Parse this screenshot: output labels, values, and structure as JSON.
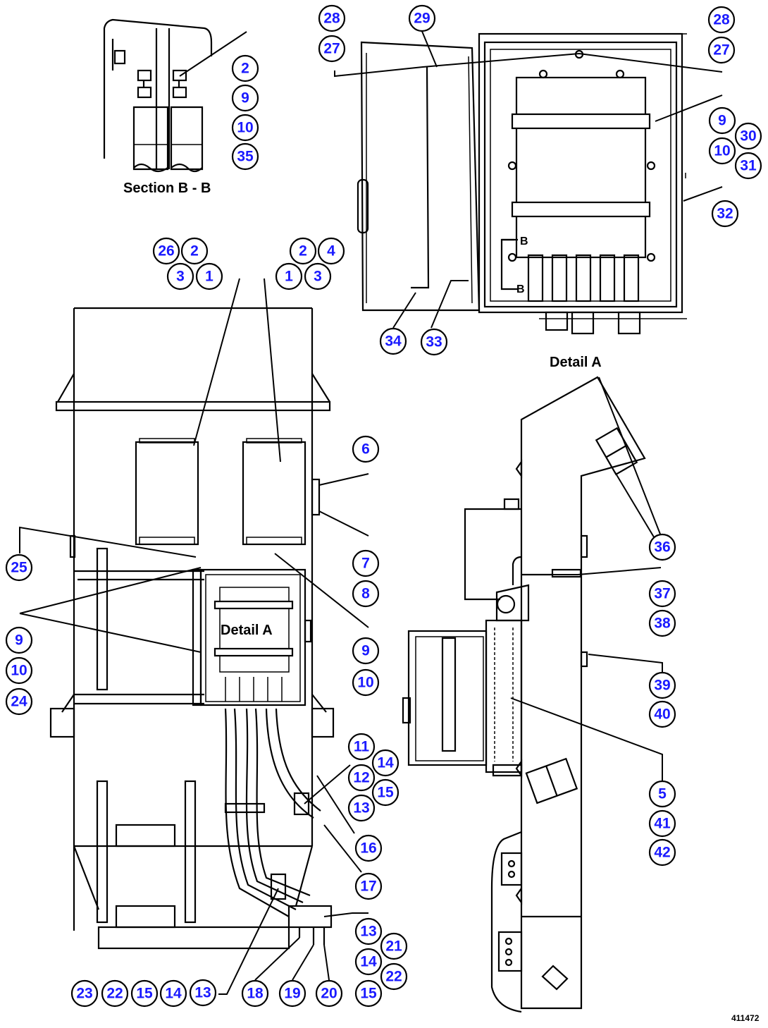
{
  "labels": {
    "section_bb": "Section B - B",
    "detail_a": "Detail A",
    "detail_a_inset": "Detail A",
    "section_marker_b1": "B",
    "section_marker_b2": "B",
    "drawing_number": "411472"
  },
  "callouts": [
    {
      "n": "2"
    },
    {
      "n": "9"
    },
    {
      "n": "10"
    },
    {
      "n": "35"
    },
    {
      "n": "28"
    },
    {
      "n": "27"
    },
    {
      "n": "29"
    },
    {
      "n": "28"
    },
    {
      "n": "27"
    },
    {
      "n": "9"
    },
    {
      "n": "30"
    },
    {
      "n": "10"
    },
    {
      "n": "31"
    },
    {
      "n": "32"
    },
    {
      "n": "34"
    },
    {
      "n": "33"
    },
    {
      "n": "26"
    },
    {
      "n": "2"
    },
    {
      "n": "3"
    },
    {
      "n": "1"
    },
    {
      "n": "2"
    },
    {
      "n": "4"
    },
    {
      "n": "1"
    },
    {
      "n": "3"
    },
    {
      "n": "6"
    },
    {
      "n": "7"
    },
    {
      "n": "8"
    },
    {
      "n": "25"
    },
    {
      "n": "9"
    },
    {
      "n": "10"
    },
    {
      "n": "24"
    },
    {
      "n": "9"
    },
    {
      "n": "10"
    },
    {
      "n": "11"
    },
    {
      "n": "14"
    },
    {
      "n": "12"
    },
    {
      "n": "15"
    },
    {
      "n": "13"
    },
    {
      "n": "16"
    },
    {
      "n": "17"
    },
    {
      "n": "13"
    },
    {
      "n": "21"
    },
    {
      "n": "14"
    },
    {
      "n": "22"
    },
    {
      "n": "15"
    },
    {
      "n": "23"
    },
    {
      "n": "22"
    },
    {
      "n": "15"
    },
    {
      "n": "14"
    },
    {
      "n": "13"
    },
    {
      "n": "18"
    },
    {
      "n": "19"
    },
    {
      "n": "20"
    },
    {
      "n": "36"
    },
    {
      "n": "37"
    },
    {
      "n": "38"
    },
    {
      "n": "39"
    },
    {
      "n": "40"
    },
    {
      "n": "5"
    },
    {
      "n": "41"
    },
    {
      "n": "42"
    }
  ]
}
